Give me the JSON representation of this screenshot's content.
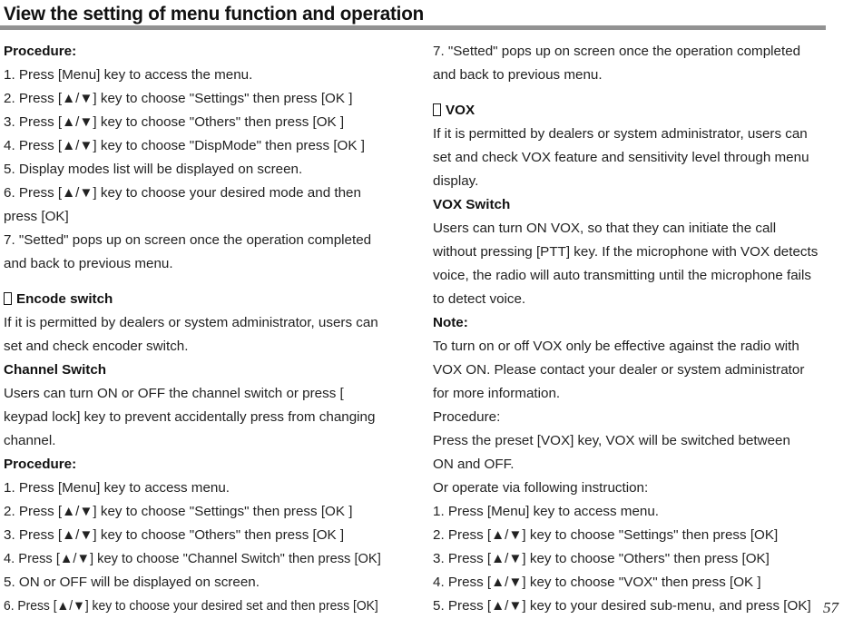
{
  "header": {
    "title": "View the setting of menu function and operation",
    "rule_color": "#929292"
  },
  "left_column": {
    "blocks": [
      {
        "kind": "heading",
        "text": "Procedure:"
      },
      {
        "kind": "line",
        "text": "1. Press [Menu] key to access the menu."
      },
      {
        "kind": "line",
        "text": "2. Press [▲/▼] key to choose \"Settings\" then press [OK ]"
      },
      {
        "kind": "line",
        "text": "3. Press [▲/▼] key to choose \"Others\" then press [OK ]"
      },
      {
        "kind": "line",
        "text": "4. Press [▲/▼] key to choose \"DispMode\" then press [OK ]"
      },
      {
        "kind": "line",
        "text": "5. Display modes list will be displayed on screen."
      },
      {
        "kind": "line",
        "text": "6. Press [▲/▼] key to choose your desired mode and then"
      },
      {
        "kind": "line",
        "text": "press [OK]"
      },
      {
        "kind": "line",
        "text": "7. \"Setted\" pops up on screen once the operation completed"
      },
      {
        "kind": "line",
        "text": "and back to previous menu."
      },
      {
        "kind": "spacer"
      },
      {
        "kind": "section",
        "text": "Encode switch"
      },
      {
        "kind": "line",
        "text": "If it is permitted by dealers or system administrator, users can"
      },
      {
        "kind": "line",
        "text": "set and check encoder switch."
      },
      {
        "kind": "heading",
        "text": "Channel Switch"
      },
      {
        "kind": "line",
        "text": "Users can turn ON or OFF the channel switch or press ["
      },
      {
        "kind": "line",
        "text": "keypad lock]  key to prevent accidentally press from changing"
      },
      {
        "kind": "line",
        "text": "channel."
      },
      {
        "kind": "heading",
        "text": "Procedure:"
      },
      {
        "kind": "line",
        "text": "1. Press [Menu] key to access menu."
      },
      {
        "kind": "line",
        "text": "2. Press [▲/▼] key to choose \"Settings\" then press [OK ]"
      },
      {
        "kind": "line",
        "text": "3. Press [▲/▼] key to choose \"Others\" then press [OK ]"
      },
      {
        "kind": "line",
        "text": "4. Press [▲/▼] key to choose \"Channel Switch\" then press [OK]",
        "style": "tight"
      },
      {
        "kind": "line",
        "text": "5. ON or OFF will be displayed on screen."
      },
      {
        "kind": "line",
        "text": "6. Press [▲/▼] key to choose your desired set and then press [OK]",
        "style": "tighter"
      }
    ]
  },
  "right_column": {
    "blocks": [
      {
        "kind": "line",
        "text": "7. \"Setted\" pops up on screen once the operation completed"
      },
      {
        "kind": "line",
        "text": "and back to previous menu."
      },
      {
        "kind": "spacer"
      },
      {
        "kind": "section",
        "text": "VOX"
      },
      {
        "kind": "line",
        "text": "If it is permitted by dealers or system administrator, users can"
      },
      {
        "kind": "line",
        "text": "set and check VOX feature and sensitivity level through menu"
      },
      {
        "kind": "line",
        "text": "display."
      },
      {
        "kind": "heading",
        "text": "VOX Switch"
      },
      {
        "kind": "line",
        "text": "Users can turn ON VOX, so that they can initiate the call"
      },
      {
        "kind": "line",
        "text": "without pressing [PTT] key. If the microphone with VOX detects"
      },
      {
        "kind": "line",
        "text": "voice, the radio will auto transmitting until the microphone fails"
      },
      {
        "kind": "line",
        "text": "to detect voice."
      },
      {
        "kind": "heading",
        "text": "Note:"
      },
      {
        "kind": "line",
        "text": "To turn on or off VOX only be effective against the radio with"
      },
      {
        "kind": "line",
        "text": "VOX ON. Please contact your dealer or system administrator"
      },
      {
        "kind": "line",
        "text": "for more information."
      },
      {
        "kind": "line",
        "text": "Procedure:"
      },
      {
        "kind": "line",
        "text": "Press the preset [VOX] key, VOX will be switched between"
      },
      {
        "kind": "line",
        "text": "ON and OFF."
      },
      {
        "kind": "line",
        "text": "Or operate via following instruction:"
      },
      {
        "kind": "line",
        "text": "1. Press [Menu] key to access menu."
      },
      {
        "kind": "line",
        "text": "2. Press [▲/▼] key to choose \"Settings\" then press [OK]"
      },
      {
        "kind": "line",
        "text": "3. Press [▲/▼] key to choose \"Others\" then press [OK]"
      },
      {
        "kind": "line",
        "text": "4. Press [▲/▼] key to choose \"VOX\" then press [OK ]"
      },
      {
        "kind": "line",
        "text": "5. Press [▲/▼] key to your desired sub-menu, and press [OK]"
      }
    ]
  },
  "footer": {
    "page_number": "57"
  }
}
